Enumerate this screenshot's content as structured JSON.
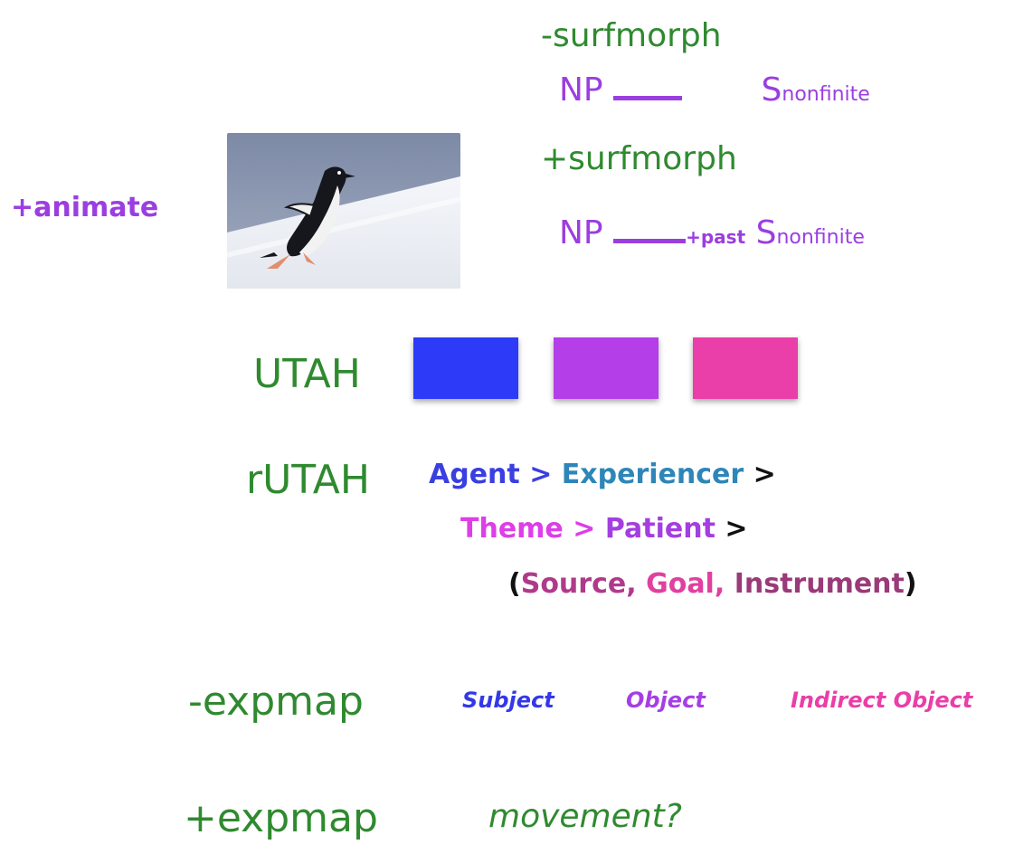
{
  "features": {
    "neg_surfmorph": "-surfmorph",
    "pos_surfmorph": "+surfmorph",
    "np": "NP",
    "s": "S",
    "s_subscript": "nonfinite",
    "past_subscript": "+past"
  },
  "animate": "+animate",
  "photo_alt": "penguin",
  "utah": {
    "label": "UTAH",
    "colors": [
      "#2d3af7",
      "#b43ee8",
      "#ea3ea8"
    ]
  },
  "rutah": {
    "label": "rUTAH",
    "agent": "Agent",
    "gt": ">",
    "experiencer": "Experiencer",
    "theme": "Theme",
    "patient": "Patient",
    "open_paren": "(",
    "source": "Source,",
    "goal": "Goal,",
    "instrument": "Instrument",
    "close_paren": ")"
  },
  "neg_expmap": {
    "label": "-expmap",
    "subject": "Subject",
    "object": "Object",
    "indirect_object": "Indirect Object"
  },
  "pos_expmap": {
    "label": "+expmap",
    "text": "movement?"
  },
  "colors": {
    "green": "#2f8a2f",
    "purple": "#9b3ee0",
    "agent_blue": "#3a3fe0",
    "experiencer_teal": "#2e86b8",
    "theme_magenta": "#dd3ee8",
    "patient_purple": "#a43ee0",
    "source_plum": "#b03a8a",
    "goal_pink": "#e0409e",
    "instrument_maroon": "#9a3a78",
    "subject_blue": "#3338e8",
    "object_purple": "#a63ee6",
    "indirect_pink": "#ea3ea8"
  }
}
